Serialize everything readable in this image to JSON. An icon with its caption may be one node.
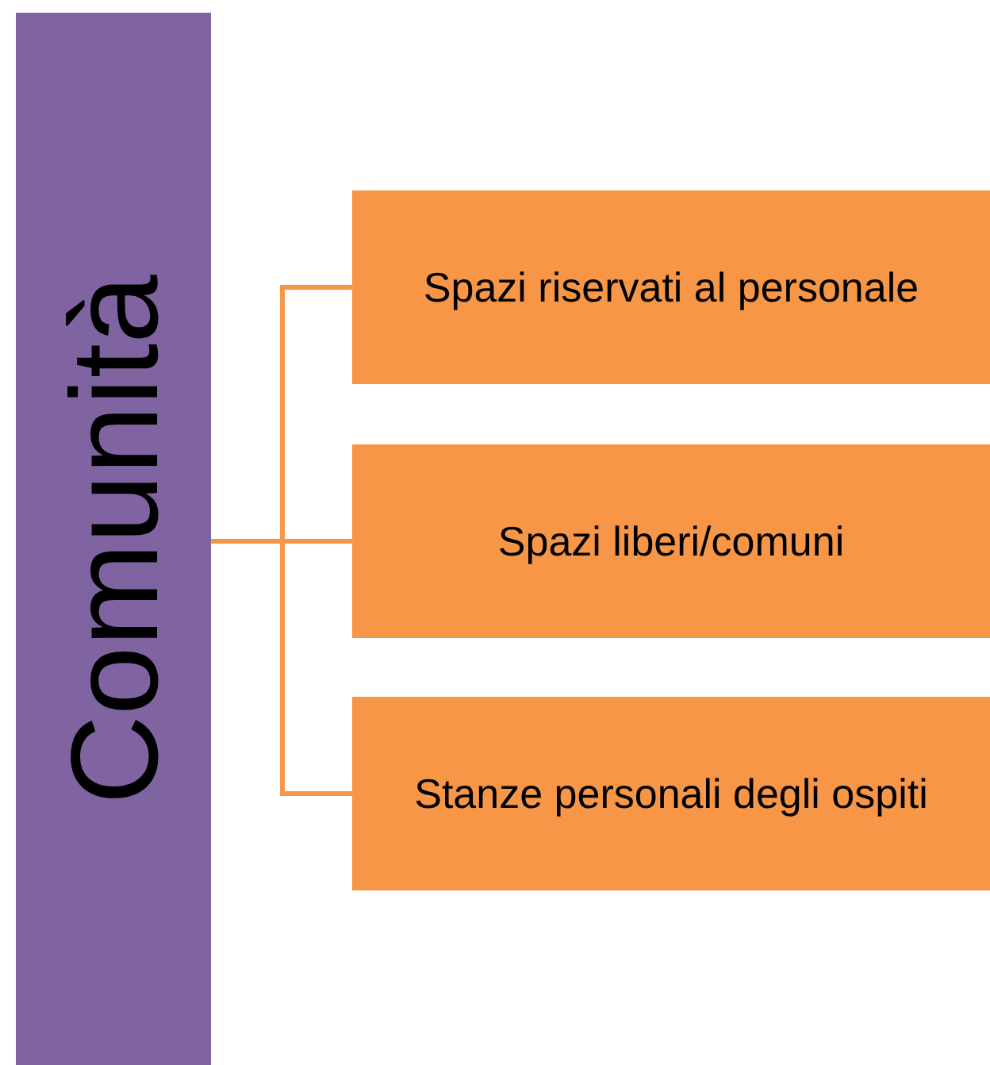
{
  "diagram": {
    "nodes": [
      {
        "text": [
          "Comunità"
        ]
      },
      {
        "text": [
          "Spazi riservati al personale"
        ]
      },
      {
        "text": [
          "Spazi liberi/comuni"
        ]
      },
      {
        "text": [
          "Stanze personali degli ospiti"
        ]
      }
    ],
    "edges": [
      {
        "from": 0,
        "to": 1,
        "arrow": "none"
      },
      {
        "from": 0,
        "to": 2,
        "arrow": "none"
      },
      {
        "from": 0,
        "to": 3,
        "arrow": "none"
      }
    ]
  }
}
